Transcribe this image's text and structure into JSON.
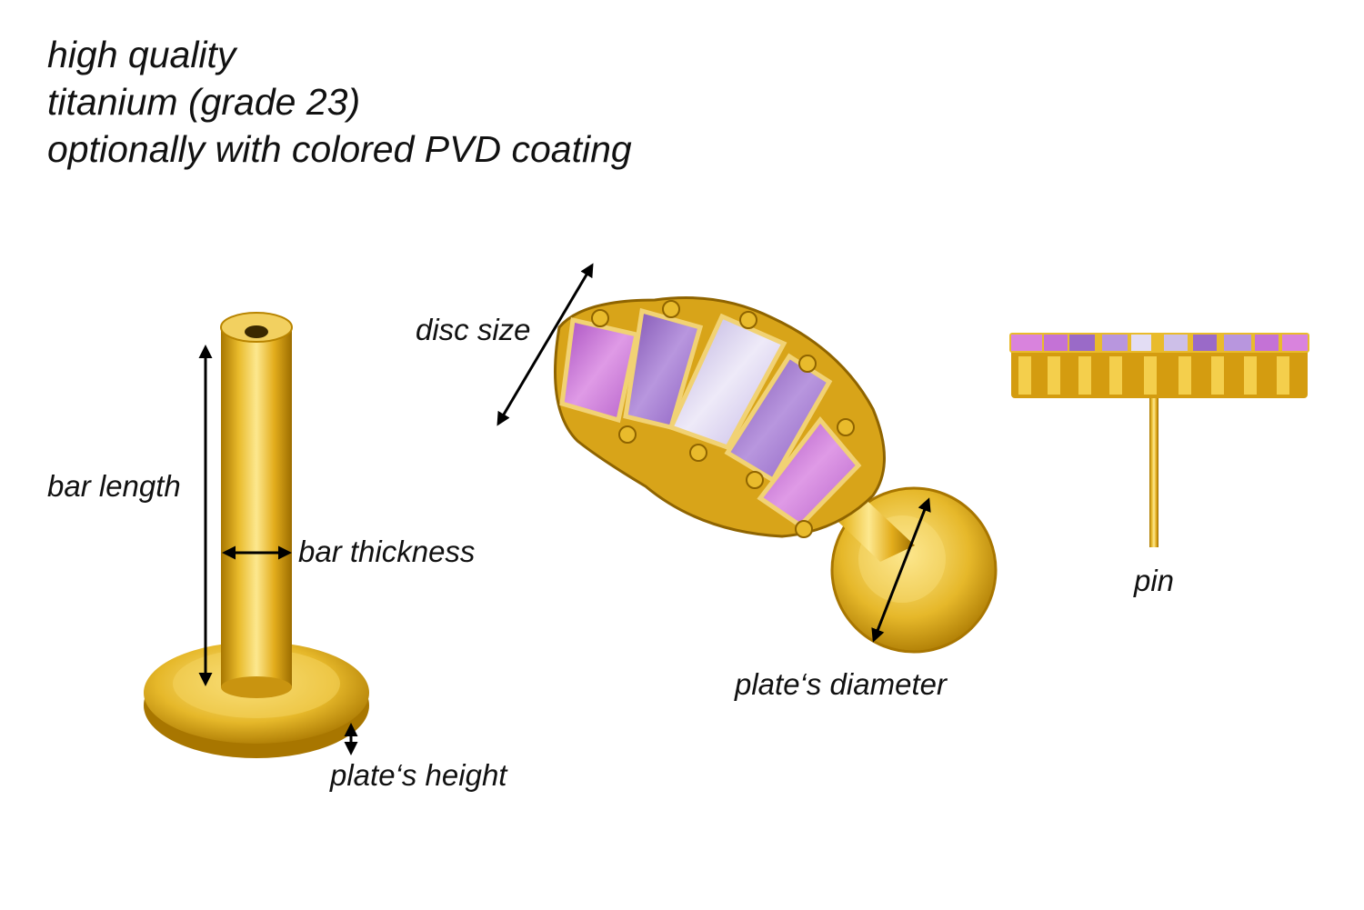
{
  "headline": {
    "line1": "high quality",
    "line2": "titanium (grade 23)",
    "line3": "optionally with colored PVD coating"
  },
  "labels": {
    "bar_length": "bar length",
    "bar_thickness": "bar thickness",
    "plate_height": "plate‘s height",
    "disc_size": "disc size",
    "plate_diameter": "plate‘s diameter",
    "pin": "pin"
  },
  "colors": {
    "gold_dark": "#b88400",
    "gold_mid": "#e6b82a",
    "gold_light": "#fbe48a",
    "gem_pink": "#c472d6",
    "gem_purple": "#9a6ac8",
    "gem_lavender": "#cdbfe8",
    "arrow": "#000000"
  }
}
